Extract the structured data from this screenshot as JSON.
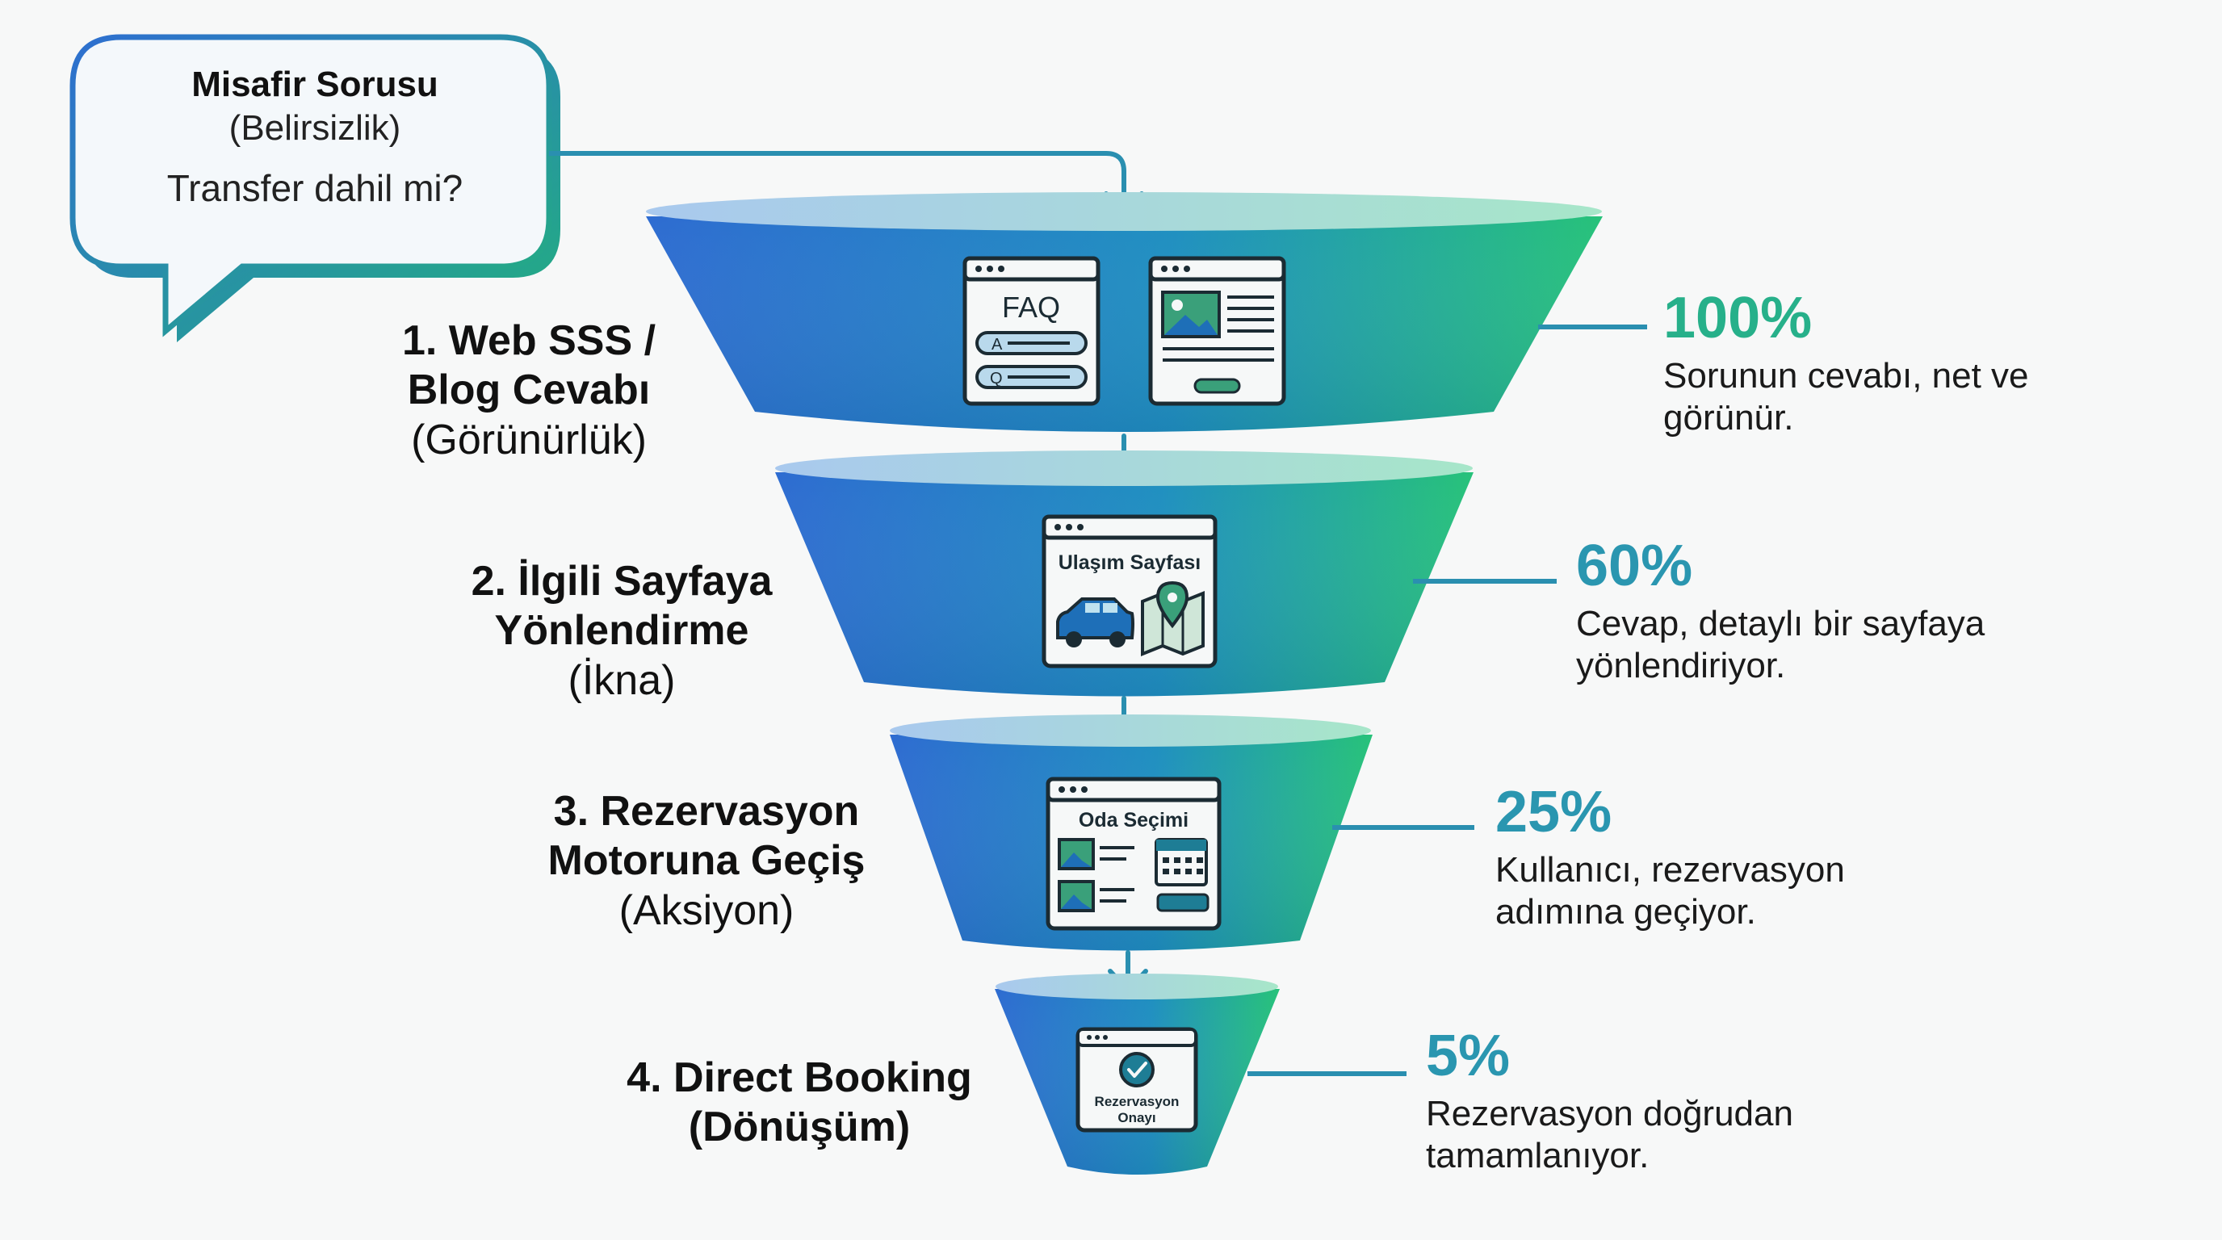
{
  "bubble": {
    "title": "Misafir Sorusu",
    "subtitle": "(Belirsizlik)",
    "question": "Transfer dahil mi?"
  },
  "stages": [
    {
      "line1": "1. Web SSS /",
      "line2": "Blog Cevabı",
      "line3": "(Görünürlük)",
      "percent": "100%",
      "percent_color": "#27b08a",
      "desc1": "Sorunun cevabı, net ve",
      "desc2": "görünür.",
      "icons": {
        "faq_title": "FAQ",
        "faq_a": "A",
        "faq_q": "Q"
      }
    },
    {
      "line1": "2. İlgili Sayfaya",
      "line2": "Yönlendirme",
      "line3": "(İkna)",
      "percent": "60%",
      "percent_color": "#2a96b0",
      "desc1": "Cevap, detaylı bir sayfaya",
      "desc2": "yönlendiriyor.",
      "icons": {
        "page_title": "Ulaşım Sayfası"
      }
    },
    {
      "line1": "3. Rezervasyon",
      "line2": "Motoruna Geçiş",
      "line3": "(Aksiyon)",
      "percent": "25%",
      "percent_color": "#2a96b0",
      "desc1": "Kullanıcı, rezervasyon",
      "desc2": "adımına geçiyor.",
      "icons": {
        "page_title": "Oda Seçimi"
      }
    },
    {
      "line1": "4. Direct Booking",
      "line2": "(Dönüşüm)",
      "line3": "",
      "percent": "5%",
      "percent_color": "#2a96b0",
      "desc1": "Rezervasyon doğrudan",
      "desc2": "tamamlanıyor.",
      "icons": {
        "page_title1": "Rezervasyon",
        "page_title2": "Onayı"
      }
    }
  ],
  "colors": {
    "funnel_left": "#2f6fd0",
    "funnel_right": "#27c27a",
    "connector": "#2a8fb0",
    "bubble_border": "#2b78c8",
    "icon_header": "#1e7d95",
    "icon_fill": "#3aa07a"
  }
}
